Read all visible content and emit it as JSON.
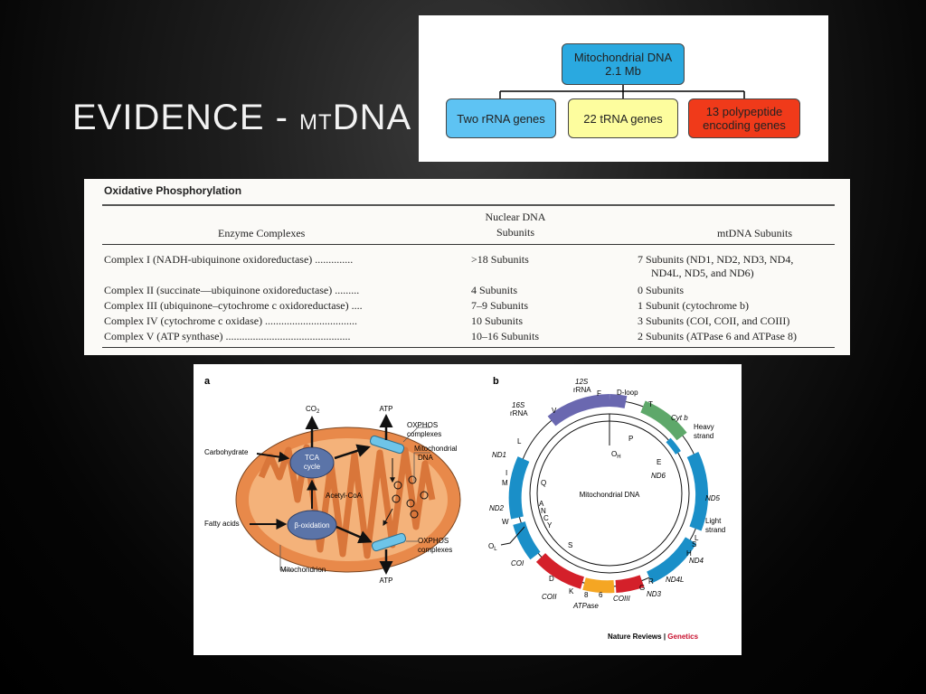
{
  "slide": {
    "title_main": "EVIDENCE - ",
    "title_small": "MT",
    "title_end": "DNA"
  },
  "tree": {
    "root": [
      "Mitochondrial DNA",
      "2.1 Mb"
    ],
    "children": [
      {
        "label": [
          "Two rRNA genes"
        ],
        "color": "#5ec3f3"
      },
      {
        "label": [
          "22 tRNA genes"
        ],
        "color": "#fdfd9e"
      },
      {
        "label": [
          "13 polypeptide",
          "encoding genes"
        ],
        "color": "#f03a1a"
      }
    ],
    "root_color": "#2aa9e0"
  },
  "table": {
    "title": "Oxidative Phosphorylation",
    "headers": {
      "enzyme": "Enzyme Complexes",
      "nuclear": [
        "Nuclear DNA",
        "Subunits"
      ],
      "mtdna": "mtDNA Subunits"
    },
    "rows": [
      {
        "complex": "Complex I (NADH-ubiquinone oxidoreductase) ..............",
        "nuclear": ">18 Subunits",
        "mt": [
          "7 Subunits (ND1, ND2, ND3, ND4,",
          "ND4L, ND5, and ND6)"
        ]
      },
      {
        "complex": "Complex II (succinate—ubiquinone oxidoreductase) .........",
        "nuclear": "4 Subunits",
        "mt": [
          "0 Subunits"
        ]
      },
      {
        "complex": "Complex III (ubiquinone–cytochrome c oxidoreductase) ....",
        "nuclear": "7–9 Subunits",
        "mt": [
          "1 Subunit (cytochrome b)"
        ]
      },
      {
        "complex": "Complex IV (cytochrome c oxidase) ..................................",
        "nuclear": "10 Subunits",
        "mt": [
          "3 Subunits (COI, COII, and COIII)"
        ]
      },
      {
        "complex": "Complex V (ATP synthase) ..............................................",
        "nuclear": "10–16 Subunits",
        "mt": [
          "2 Subunits (ATPase 6 and ATPase 8)"
        ]
      }
    ]
  },
  "figure": {
    "panel_a": {
      "letter": "a",
      "co2": "CO",
      "co2_sub": "2",
      "atp_top": "ATP",
      "atp_bottom": "ATP",
      "tca": [
        "TCA",
        "cycle"
      ],
      "beta": "β-oxidation",
      "carbohydrate": "Carbohydrate",
      "fatty_acids": "Fatty acids",
      "acetyl_coa": "Acetyl-CoA",
      "oxphos_top": [
        "OXPHOS",
        "complexes"
      ],
      "oxphos_bottom": [
        "OXPHOS",
        "complexes"
      ],
      "mito_dna": [
        "Mitochondrial",
        "DNA"
      ],
      "mitochondrion": "Mitochondrion"
    },
    "panel_b": {
      "letter": "b",
      "center": "Mitochondrial DNA",
      "r12s": [
        "12S",
        "rRNA"
      ],
      "r16s": [
        "16S",
        "rRNA"
      ],
      "dloop": "D-loop",
      "heavy": [
        "Heavy",
        "strand"
      ],
      "light": [
        "Light",
        "strand"
      ],
      "oh": "O",
      "oh_sub": "H",
      "ol": "O",
      "ol_sub": "L",
      "genes": {
        "nd1": "ND1",
        "nd2": "ND2",
        "coi": "COI",
        "coii": "COII",
        "atpase": "ATPase",
        "atp8": "8",
        "atp6": "6",
        "coiii": "COIII",
        "nd3": "ND3",
        "nd4l": "ND4L",
        "nd4": "ND4",
        "nd5": "ND5",
        "nd6": "ND6",
        "cytb": "Cyt b"
      },
      "trna": {
        "F": "F",
        "V": "V",
        "L": "L",
        "I": "I",
        "M": "M",
        "Q": "Q",
        "W": "W",
        "A": "A",
        "N": "N",
        "C": "C",
        "Y": "Y",
        "S1": "S",
        "D": "D",
        "K": "K",
        "G": "G",
        "R": "R",
        "H": "H",
        "S2": "S",
        "L2": "L",
        "E": "E",
        "T": "T",
        "P": "P"
      }
    },
    "credit_1": "Nature Reviews",
    "credit_sep": " | ",
    "credit_2": "Genetics"
  },
  "colors": {
    "mito_orange": "#e8894a",
    "mito_fill": "#f4b27a",
    "circle_blue": "#1a8fc8",
    "rrna_purple": "#6a68b0",
    "cytb_green": "#5ea86a",
    "red": "#d4202a",
    "credit_red": "#c8102e"
  }
}
